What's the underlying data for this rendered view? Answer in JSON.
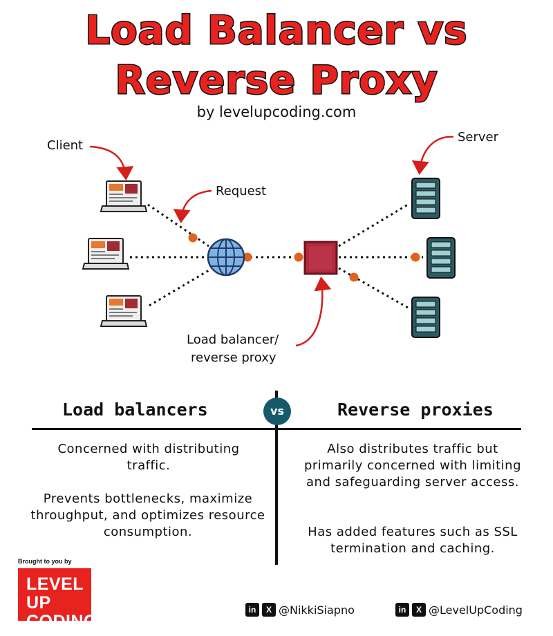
{
  "title_line1": "Load Balancer vs",
  "title_line2": "Reverse Proxy",
  "subtitle": "by levelupcoding.com",
  "diagram": {
    "client_label": "Client",
    "request_label": "Request",
    "server_label": "Server",
    "lb_label_line1": "Load balancer/",
    "lb_label_line2": "reverse proxy"
  },
  "comparison": {
    "vs_label": "vs",
    "left": {
      "heading": "Load balancers",
      "p1": "Concerned with distributing traffic.",
      "p2": "Prevents bottlenecks, maximize throughput, and optimizes resource consumption."
    },
    "right": {
      "heading": "Reverse proxies",
      "p1": "Also distributes traffic but primarily concerned with limiting and safeguarding server access.",
      "p2": "Has added features such as SSL termination and caching."
    }
  },
  "footer": {
    "brought_by": "Brought to you by",
    "logo_line1": "LEVEL UP",
    "logo_line2": "CODING",
    "social1": "@NikkiSiapno",
    "social2": "@LevelUpCoding"
  },
  "colors": {
    "accent": "#e8231f",
    "teal": "#16596a",
    "dot": "#e0621c",
    "proxy": "#b2293d"
  }
}
